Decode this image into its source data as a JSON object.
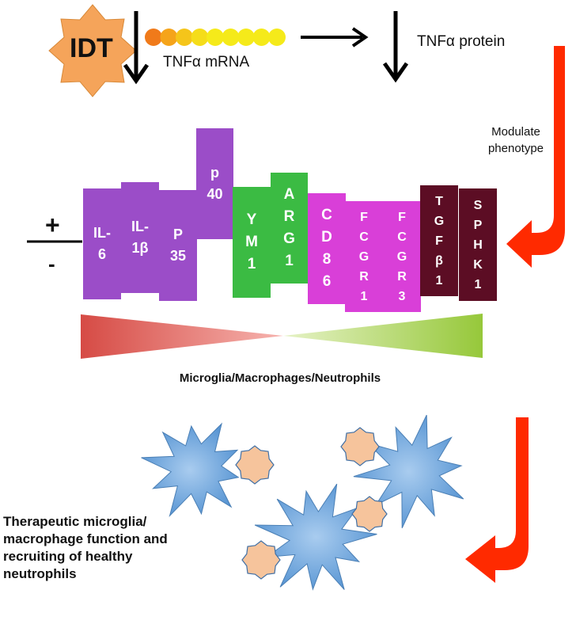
{
  "trigger": {
    "label": "IDT",
    "color": "#f5a45a"
  },
  "mrna": {
    "label": "TNFα mRNA",
    "bead_colors": [
      "#f07a1a",
      "#f5a41a",
      "#f5c51a",
      "#f5dd1a",
      "#f5ea1a",
      "#f5ea1a",
      "#f5ea1a",
      "#f5ea1a",
      "#f5ea1a"
    ]
  },
  "protein": {
    "label": "TNFα protein"
  },
  "modulate": {
    "label": "Modulate phenotype",
    "arrow_color": "#ff2200"
  },
  "scale": {
    "plus": "+",
    "minus": "-"
  },
  "markers": [
    {
      "text": "IL-\n6",
      "group": "purple"
    },
    {
      "text": "IL-\n1β",
      "group": "purple"
    },
    {
      "text": "P\n35",
      "group": "purple"
    },
    {
      "text": "p\n40",
      "group": "purple"
    },
    {
      "text": "Y\nM\n1",
      "group": "green"
    },
    {
      "text": "A\nR\nG\n1",
      "group": "green"
    },
    {
      "text": "C\nD\n8\n6",
      "group": "magenta"
    },
    {
      "text": "F\nC\nG\nR\n1",
      "group": "magenta"
    },
    {
      "text": "F\nC\nG\nR\n3",
      "group": "magenta"
    },
    {
      "text": "T\nG\nF\nβ\n1",
      "group": "maroon"
    },
    {
      "text": "S\nP\nH\nK\n1",
      "group": "maroon"
    }
  ],
  "gradient": {
    "left_color": "#d9534f",
    "right_color": "#9ccc3c"
  },
  "cells": {
    "label": "Microglia/Macrophages/Neutrophils",
    "microglia_color": "#5b9bd5",
    "neutrophil_color": "#f6c49c"
  },
  "outcome": {
    "label": "Therapeutic microglia/ macrophage function and recruiting of healthy neutrophils"
  }
}
